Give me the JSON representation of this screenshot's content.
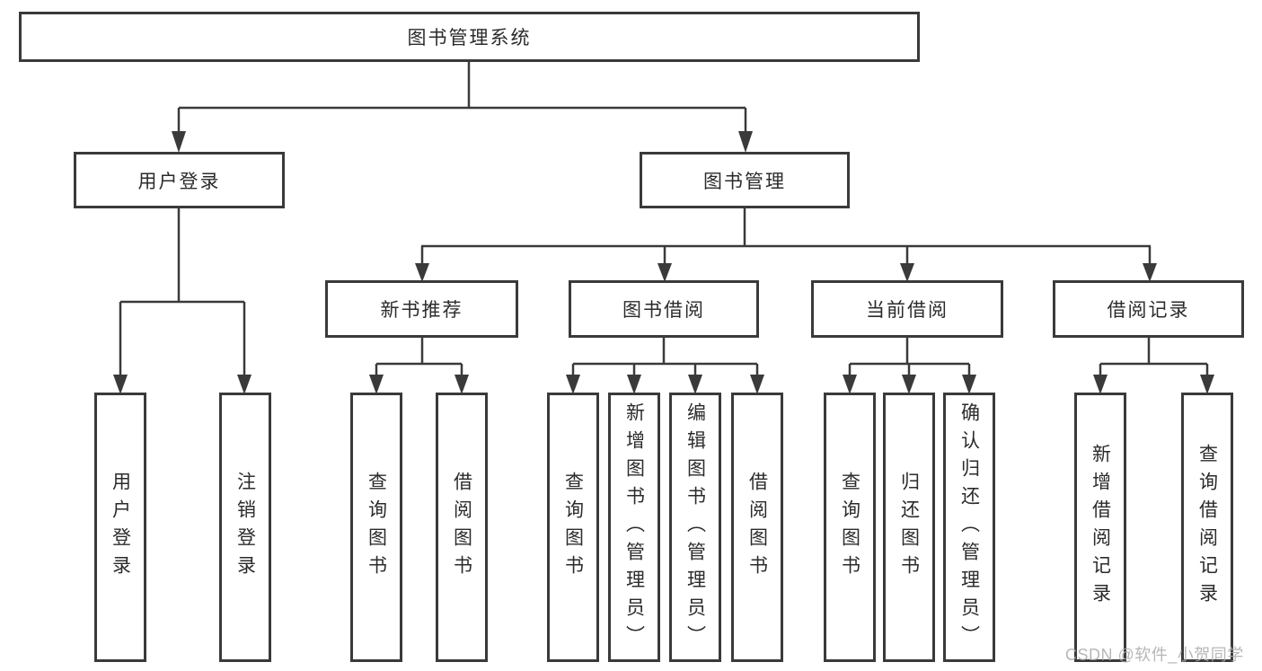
{
  "diagram": {
    "root": {
      "label": "图书管理系统"
    },
    "level2": [
      {
        "label": "用户登录"
      },
      {
        "label": "图书管理"
      }
    ],
    "level3": [
      {
        "label": "新书推荐"
      },
      {
        "label": "图书借阅"
      },
      {
        "label": "当前借阅"
      },
      {
        "label": "借阅记录"
      }
    ],
    "leaves": {
      "user": [
        "用户登录",
        "注销登录"
      ],
      "new_books": [
        "查询图书",
        "借阅图书"
      ],
      "book_borrow": [
        "查询图书",
        "新增图书（管理员）",
        "编辑图书（管理员）",
        "借阅图书"
      ],
      "current_borrow": [
        "查询图书",
        "归还图书",
        "确认归还（管理员）"
      ],
      "records": [
        "新增借阅记录",
        "查询借阅记录"
      ]
    },
    "watermark": "CSDN @软件_小贺同学",
    "colors": {
      "line": "#3a3a3a",
      "box_border": "#3a3a3a",
      "text": "#2b2b2b",
      "watermark": "#aaaaaa",
      "background": "#ffffff"
    }
  }
}
